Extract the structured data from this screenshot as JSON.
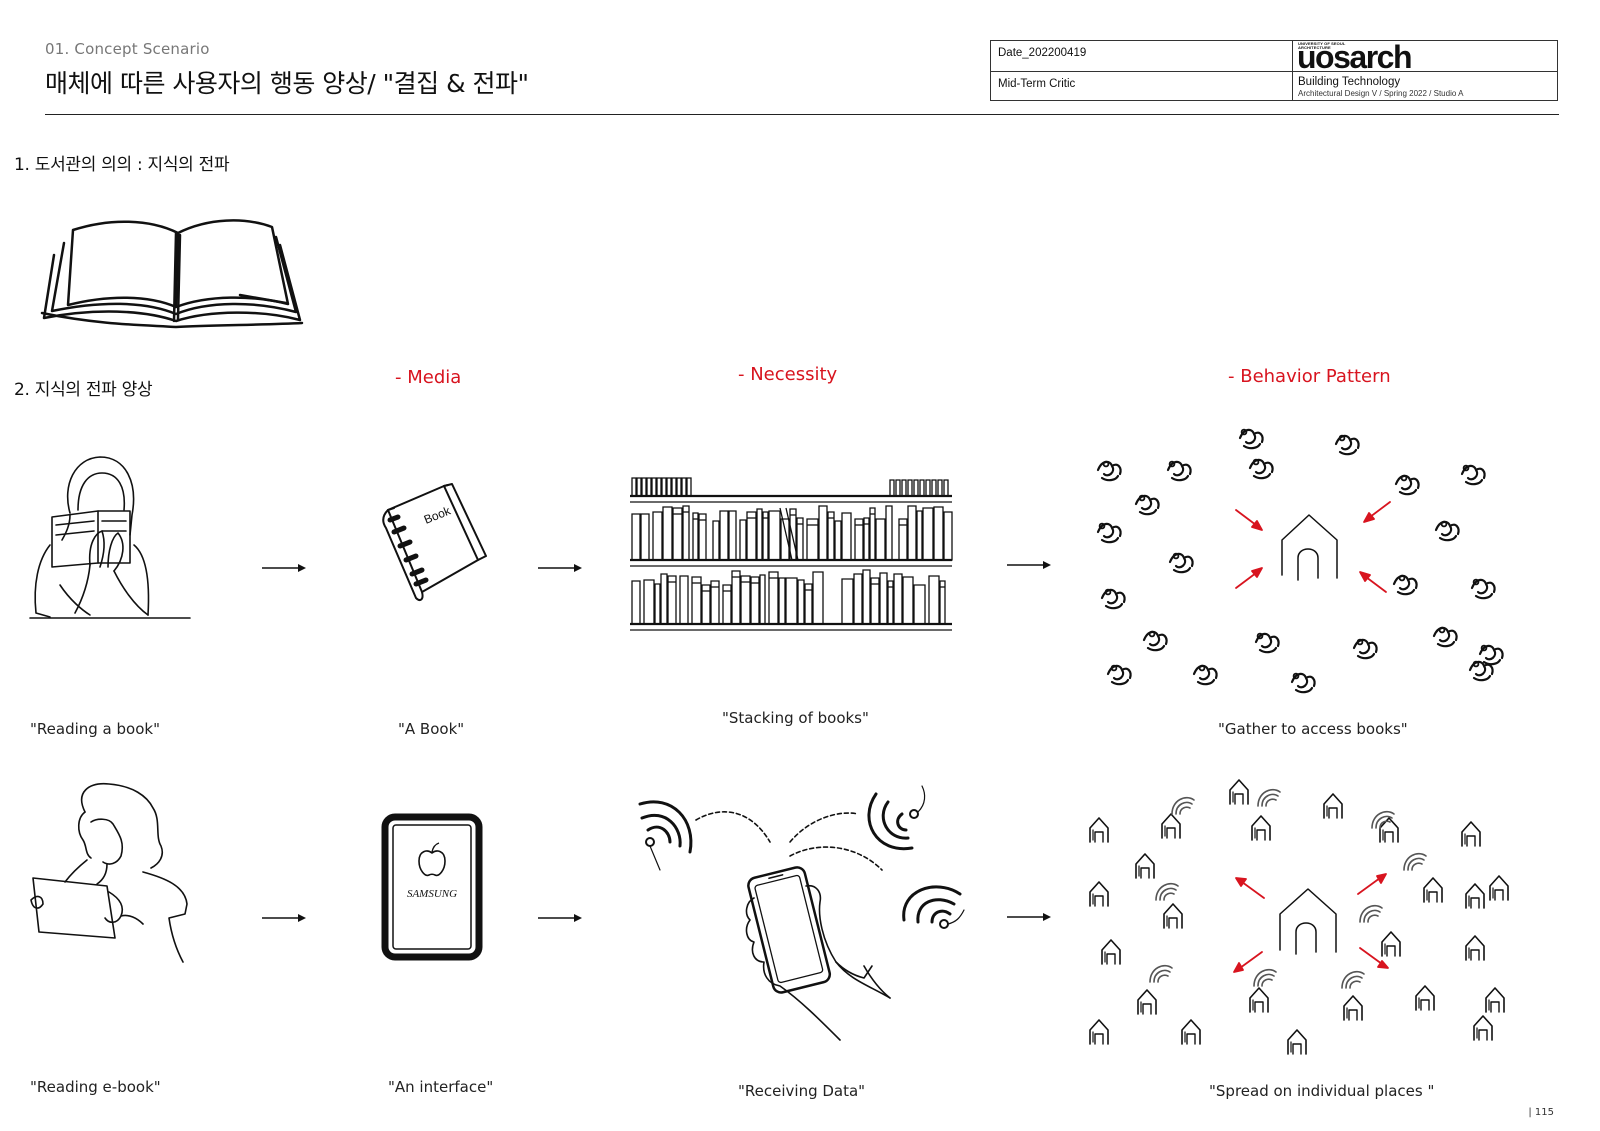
{
  "header": {
    "subtitle": "01. Concept Scenario",
    "title": "매체에 따른 사용자의 행동 양상/ \"결집 & 전파\""
  },
  "infobox": {
    "date": "Date_202200419",
    "critic": "Mid-Term Critic",
    "logo_top_line1": "UNIVERSITY OF SEOUL",
    "logo_top_line2": "ARCHITECTURE",
    "logo": "uosarch",
    "course": "Building Technology",
    "course_detail": "Architectural Design V / Spring 2022 / Studio A"
  },
  "sections": {
    "s1": "1. 도서관의 의의 : 지식의 전파",
    "s2": "2. 지식의 전파 양상"
  },
  "columns": {
    "media": "- Media",
    "necessity": "- Necessity",
    "behavior": "- Behavior Pattern"
  },
  "captions": {
    "row1": [
      "\"Reading a book\"",
      "\"A Book\"",
      "\"Stacking of books\"",
      "\"Gather to access books\""
    ],
    "row2": [
      "\"Reading e-book\"",
      "\"An interface\"",
      "\"Receiving Data\"",
      "\"Spread on individual places \""
    ]
  },
  "illustration_text": {
    "book_cover": "Book",
    "tablet_brand": "SAMSUNG"
  },
  "footer": {
    "page": "| 115"
  },
  "colors": {
    "accent": "#d8141f",
    "ink": "#111111"
  },
  "icons": [
    "open-book-icon",
    "reading-person-icon",
    "book-icon",
    "bookshelf-icon",
    "people-gathering-icon",
    "house-icon",
    "reading-ebook-person-icon",
    "tablet-icon",
    "apple-logo-icon",
    "phone-in-hand-icon",
    "wifi-signal-icon",
    "arrow-right-icon"
  ]
}
